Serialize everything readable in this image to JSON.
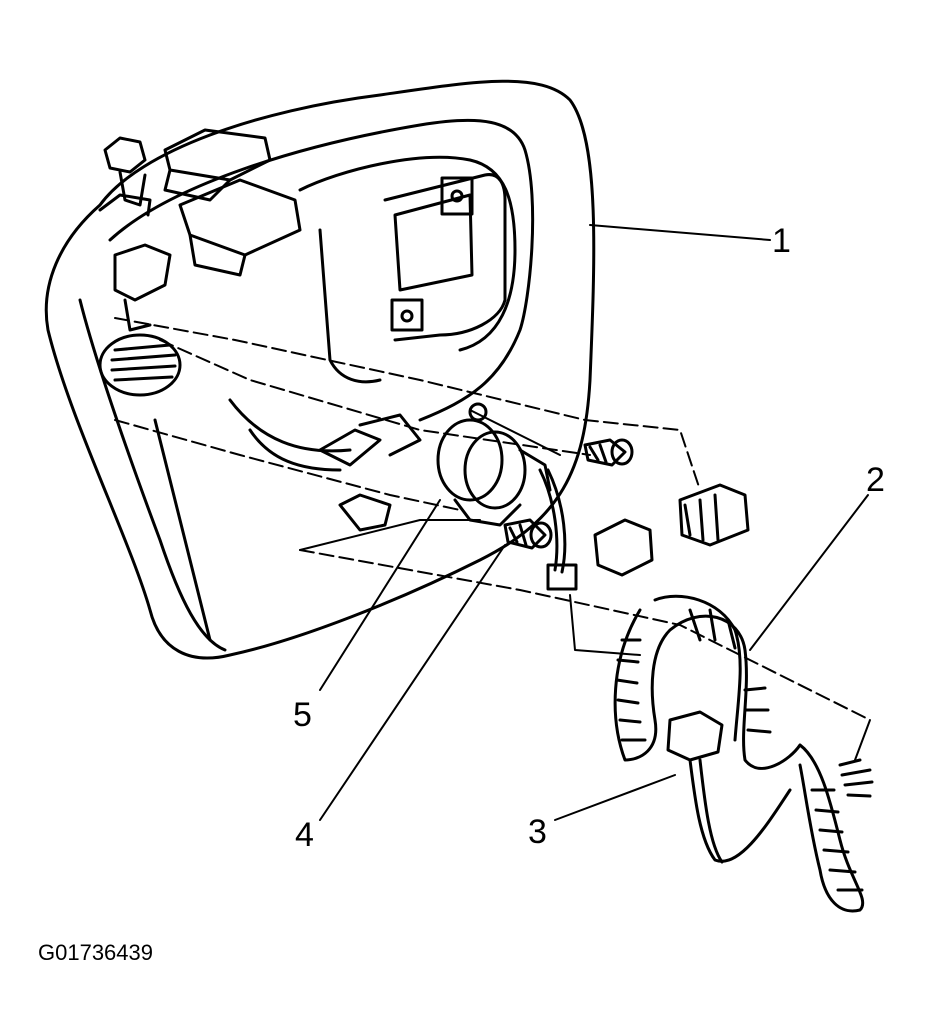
{
  "callouts": [
    {
      "id": "1",
      "label": "1"
    },
    {
      "id": "2",
      "label": "2"
    },
    {
      "id": "3",
      "label": "3"
    },
    {
      "id": "4",
      "label": "4"
    },
    {
      "id": "5",
      "label": "5"
    }
  ],
  "figure_id": "G01736439"
}
